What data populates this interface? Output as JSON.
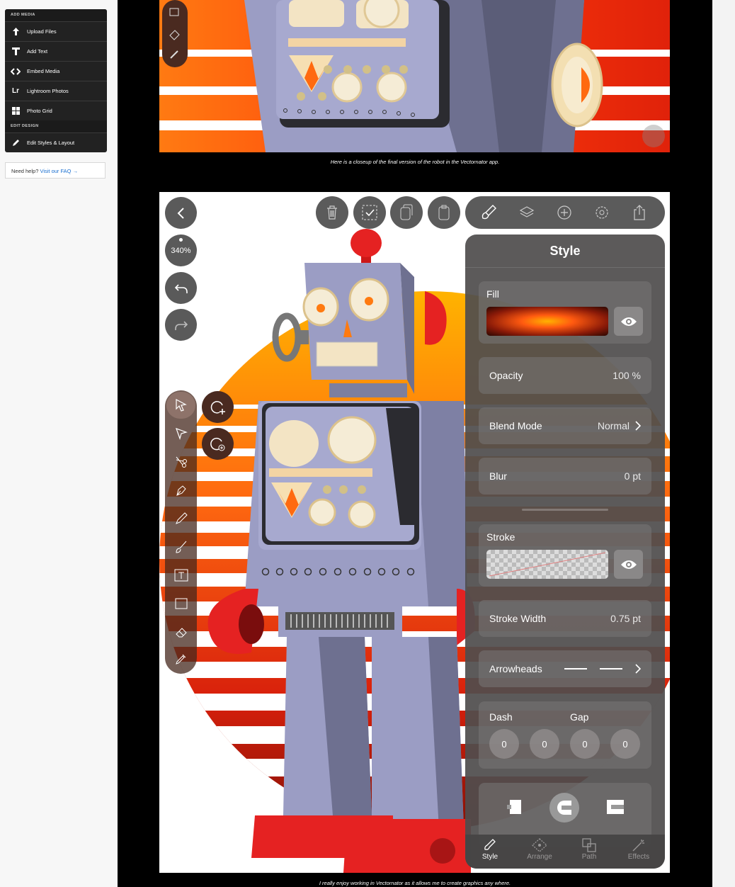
{
  "sidebar": {
    "add_media_title": "ADD MEDIA",
    "items": [
      {
        "label": "Upload Files",
        "icon": "upload-icon"
      },
      {
        "label": "Add Text",
        "icon": "text-icon"
      },
      {
        "label": "Embed Media",
        "icon": "embed-icon"
      },
      {
        "label": "Lightroom Photos",
        "icon": "lightroom-icon"
      },
      {
        "label": "Photo Grid",
        "icon": "grid-icon"
      }
    ],
    "edit_design_title": "EDIT DESIGN",
    "edit_item": {
      "label": "Edit Styles & Layout",
      "icon": "pencil-icon"
    },
    "help_text": "Need help?",
    "help_link": "Visit our FAQ →",
    "lightroom_glyph": "Lr"
  },
  "captions": {
    "first": "Here is a closeup of the final version of the robot in the Vectornator app.",
    "second": "I really enjoy working in Vectornator as it allows me to create graphics any where."
  },
  "app": {
    "zoom": "340%",
    "style_panel": {
      "title": "Style",
      "fill_label": "Fill",
      "opacity_label": "Opacity",
      "opacity_value": "100 %",
      "blend_label": "Blend Mode",
      "blend_value": "Normal",
      "blur_label": "Blur",
      "blur_value": "0 pt",
      "stroke_label": "Stroke",
      "stroke_width_label": "Stroke Width",
      "stroke_width_value": "0.75 pt",
      "arrowheads_label": "Arrowheads",
      "dash_label": "Dash",
      "gap_label": "Gap",
      "dash_values": [
        "0",
        "0",
        "0",
        "0"
      ]
    },
    "tabs": [
      {
        "label": "Style",
        "icon": "brush-icon",
        "active": true
      },
      {
        "label": "Arrange",
        "icon": "arrange-icon",
        "active": false
      },
      {
        "label": "Path",
        "icon": "path-icon",
        "active": false
      },
      {
        "label": "Effects",
        "icon": "wand-icon",
        "active": false
      }
    ]
  },
  "colors": {
    "sunset_orange": "#ff5a10",
    "robot_blue": "#9b9dc4",
    "robot_red": "#e52222",
    "panel_gray": "#504e4e"
  }
}
